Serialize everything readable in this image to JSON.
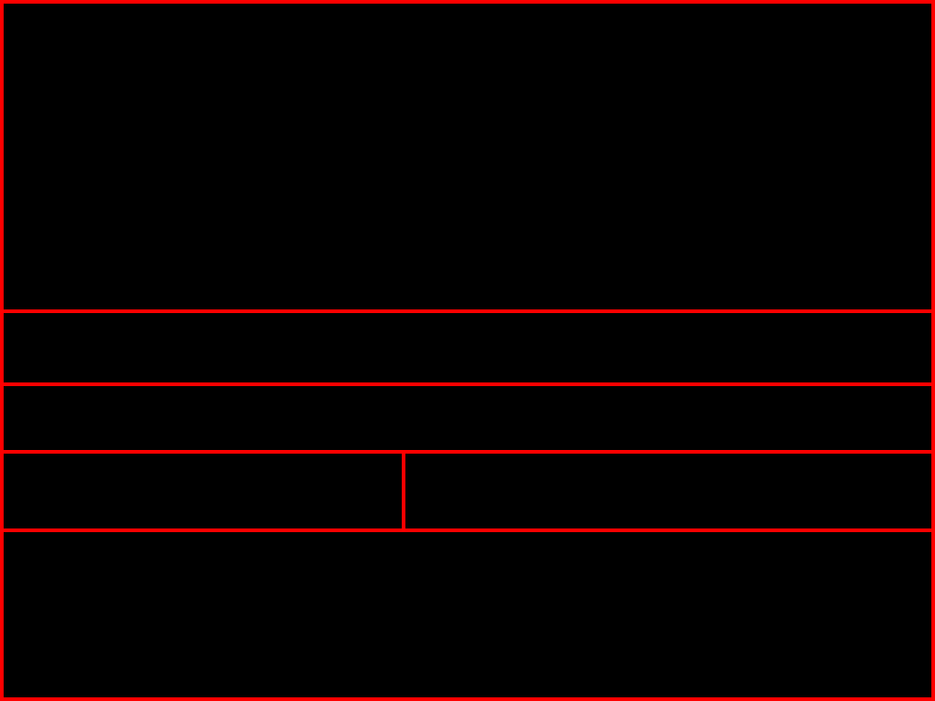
{
  "colors": {
    "background": "#000000",
    "panel_border": "#ff0000"
  },
  "panels": [
    {
      "id": "top"
    },
    {
      "id": "band-1"
    },
    {
      "id": "band-2"
    },
    {
      "id": "left"
    },
    {
      "id": "right"
    },
    {
      "id": "bottom"
    }
  ]
}
